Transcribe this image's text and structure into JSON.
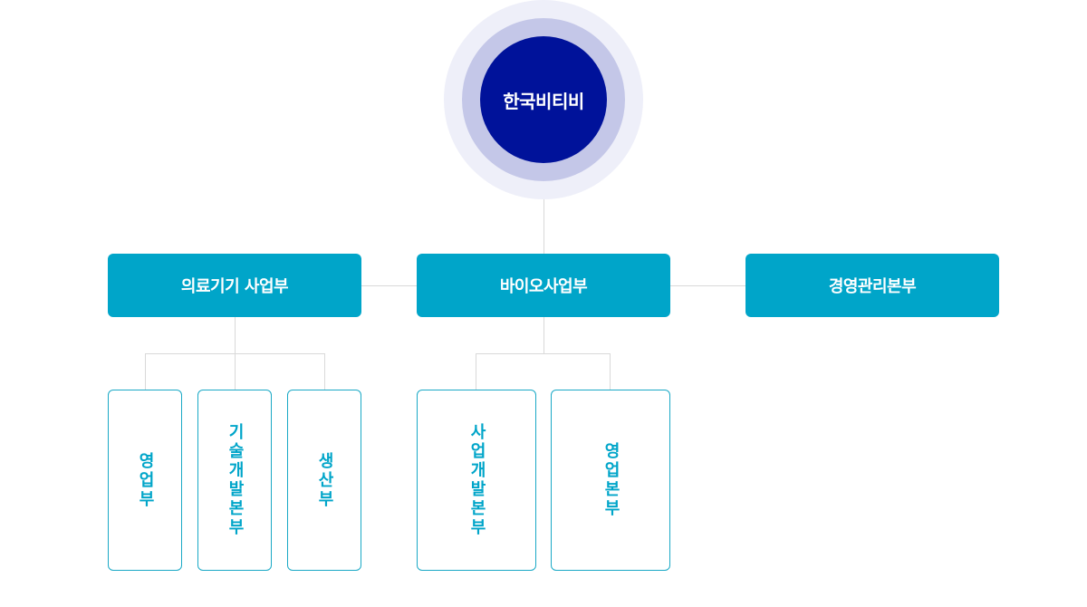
{
  "root": {
    "label": "한국비티비"
  },
  "divisions": [
    {
      "label": "의료기기 사업부"
    },
    {
      "label": "바이오사업부"
    },
    {
      "label": "경영관리본부"
    }
  ],
  "units": {
    "medical": [
      {
        "label": "영업부"
      },
      {
        "label": "기술개발본부"
      },
      {
        "label": "생산부"
      }
    ],
    "bio": [
      {
        "label": "사업개발본부"
      },
      {
        "label": "영업본부"
      }
    ]
  },
  "colors": {
    "root_core": "#00129a",
    "root_ring_mid": "#c4c7e8",
    "root_ring_outer": "#eeeff9",
    "division_fill": "#00a5c9",
    "unit_border": "#1aa9c6",
    "unit_text": "#00a5c9",
    "connector": "#d9d9d9"
  }
}
